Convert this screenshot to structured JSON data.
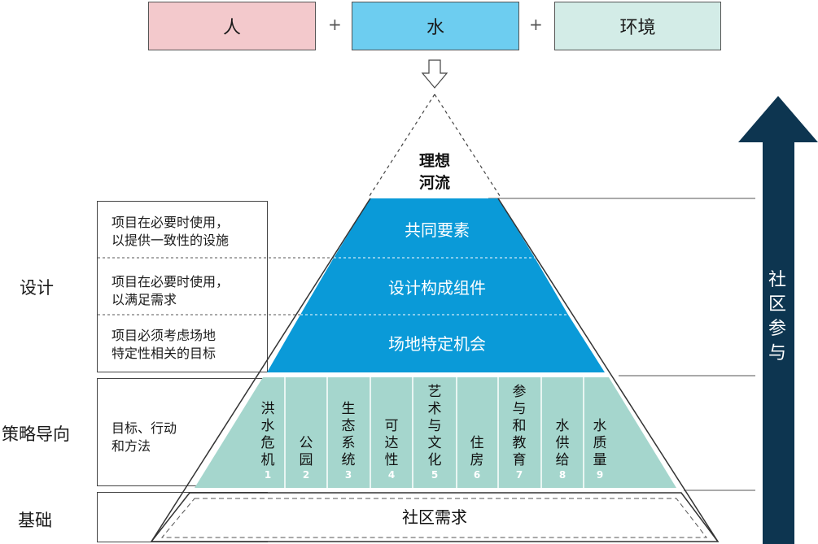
{
  "inputs": [
    "人",
    "水",
    "环境"
  ],
  "plus": "+",
  "apex": [
    "理想",
    "河流"
  ],
  "layers": {
    "common": "共同要素",
    "components": "设计构成组件",
    "site": "场地特定机会",
    "base": "社区需求"
  },
  "strategies": [
    {
      "name": "洪水危机",
      "num": "1"
    },
    {
      "name": "公园",
      "num": "2"
    },
    {
      "name": "生态系统",
      "num": "3"
    },
    {
      "name": "可达性",
      "num": "4"
    },
    {
      "name": "艺术与文化",
      "num": "5"
    },
    {
      "name": "住房",
      "num": "6"
    },
    {
      "name": "参与和教育",
      "num": "7"
    },
    {
      "name": "水供给",
      "num": "8"
    },
    {
      "name": "水质量",
      "num": "9"
    }
  ],
  "left_labels": {
    "design": "设计",
    "strategy": "策略导向",
    "foundation": "基础"
  },
  "notes": {
    "common": [
      "项目在必要时使用，",
      "以提供一致性的设施"
    ],
    "components": [
      "项目在必要时使用，",
      "以满足需求"
    ],
    "site": [
      "项目必须考虑场地",
      "特定性相关的目标"
    ],
    "strategy": [
      "目标、行动",
      "和方法"
    ]
  },
  "side_arrow_label": [
    "社",
    "区",
    "参",
    "与"
  ],
  "colors": {
    "person": "#f3c9cc",
    "water": "#6dcdf0",
    "environment": "#d3ece7",
    "blue_layers": "#0a9ad8",
    "strategy_band": "#a5d6cd",
    "arrow": "#0d3550"
  }
}
